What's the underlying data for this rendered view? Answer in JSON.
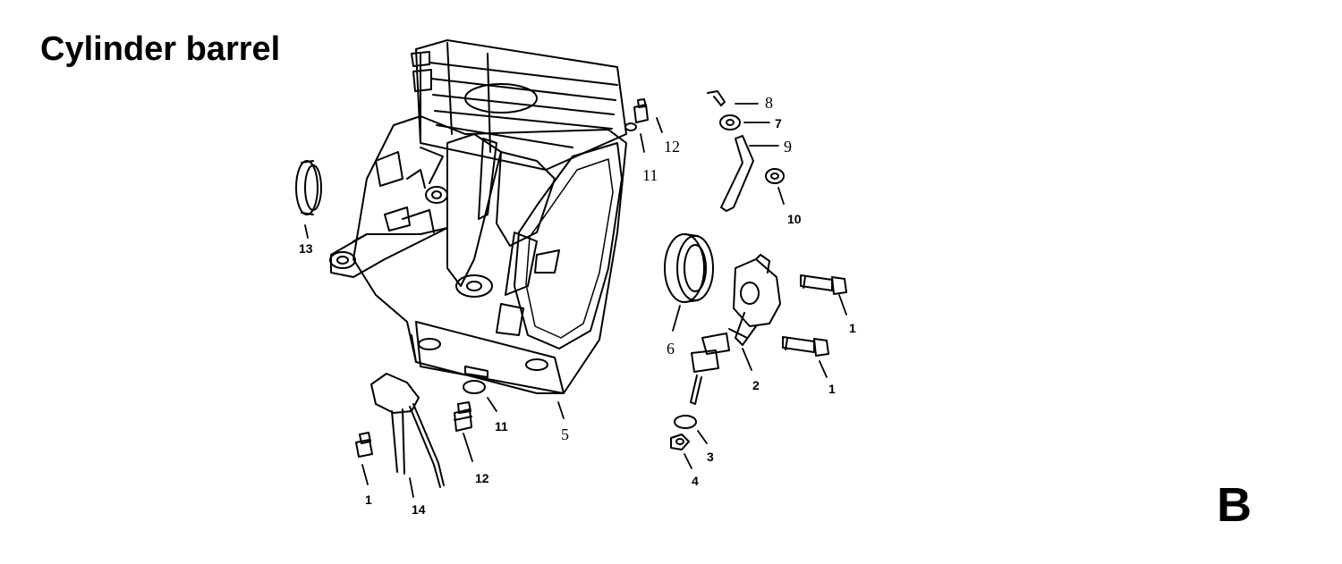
{
  "title": "Cylinder barrel",
  "section_letter": "B",
  "callouts": [
    {
      "id": "c-13",
      "text": "13",
      "style": "sans"
    },
    {
      "id": "c-12-top",
      "text": "12",
      "style": "serif"
    },
    {
      "id": "c-11-top",
      "text": "11",
      "style": "serif"
    },
    {
      "id": "c-8",
      "text": "8",
      "style": "serif"
    },
    {
      "id": "c-7",
      "text": "7",
      "style": "sans"
    },
    {
      "id": "c-9",
      "text": "9",
      "style": "serif"
    },
    {
      "id": "c-10",
      "text": "10",
      "style": "sans"
    },
    {
      "id": "c-6",
      "text": "6",
      "style": "serif"
    },
    {
      "id": "c-1-a",
      "text": "1",
      "style": "sans"
    },
    {
      "id": "c-1-b",
      "text": "1",
      "style": "sans"
    },
    {
      "id": "c-2",
      "text": "2",
      "style": "sans"
    },
    {
      "id": "c-3",
      "text": "3",
      "style": "sans"
    },
    {
      "id": "c-4",
      "text": "4",
      "style": "sans"
    },
    {
      "id": "c-5",
      "text": "5",
      "style": "serif"
    },
    {
      "id": "c-11-bottom",
      "text": "11",
      "style": "sans"
    },
    {
      "id": "c-12-bottom",
      "text": "12",
      "style": "sans"
    },
    {
      "id": "c-1-c",
      "text": "1",
      "style": "sans"
    },
    {
      "id": "c-14",
      "text": "14",
      "style": "sans"
    }
  ]
}
